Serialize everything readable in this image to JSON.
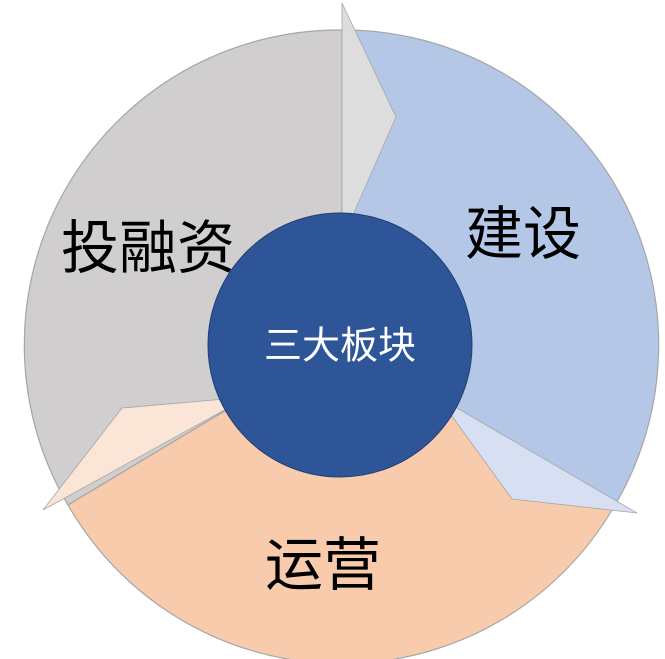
{
  "diagram": {
    "center": {
      "label": "三大板块",
      "fill": "#2E5597",
      "text_color": "#FFFFFF"
    },
    "segments": [
      {
        "key": "finance",
        "label": "投融资",
        "fill": "#D0CECE",
        "arrow_fill": "#DDDDDD"
      },
      {
        "key": "construction",
        "label": "建设",
        "fill": "#B4C7E7",
        "arrow_fill": "#D6E0F2"
      },
      {
        "key": "operation",
        "label": "运营",
        "fill": "#F8CBAD",
        "arrow_fill": "#FBE5D6"
      }
    ],
    "outline_color": "#A6A6A6"
  }
}
